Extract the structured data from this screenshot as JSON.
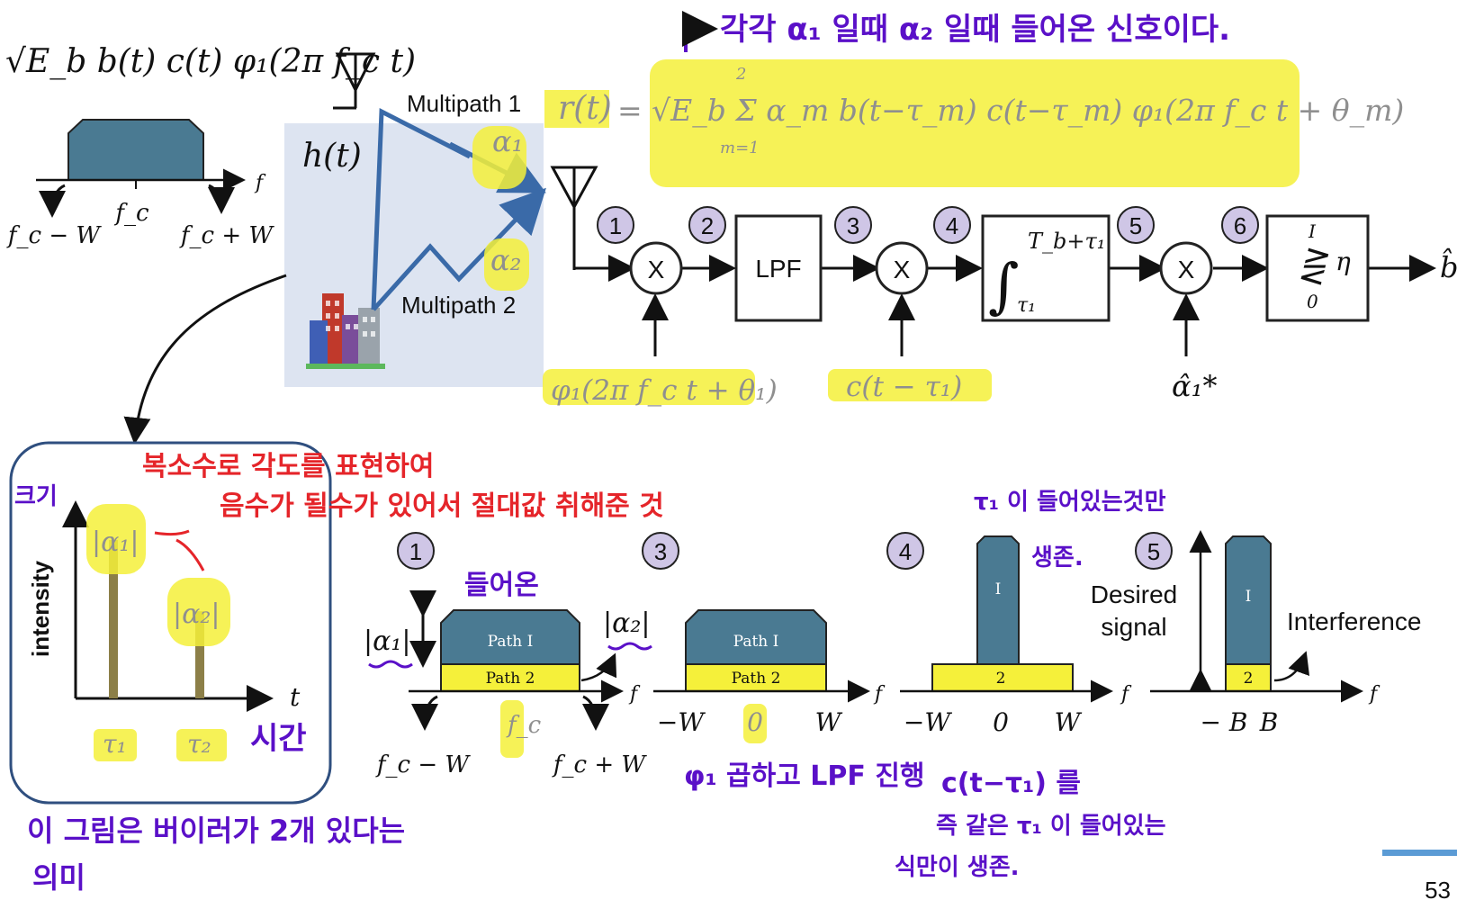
{
  "tx": {
    "signal_expr": "√E_b b(t) c(t) φ₁(2π f_c t)",
    "axis_f": "f",
    "fc": "f_c",
    "fc_minus_w": "f_c − W",
    "fc_plus_w": "f_c + W"
  },
  "channel": {
    "h": "h(t)",
    "multipath1": "Multipath 1",
    "multipath2": "Multipath 2",
    "alpha1": "α₁",
    "alpha2": "α₂"
  },
  "received": {
    "r": "r(t)",
    "eq": "= √E_b Σ α_m b(t−τ_m) c(t−τ_m) φ₁(2π f_c t + θ_m)",
    "sum_top": "2",
    "sum_bottom": "m=1"
  },
  "receiver": {
    "steps": [
      "1",
      "2",
      "3",
      "4",
      "5",
      "6"
    ],
    "mult": "X",
    "lpf": "LPF",
    "integral_upper": "T_b+τ₁",
    "integral_lower": "τ₁",
    "decision_top": "I",
    "decision_bottom": "0",
    "eta": "η",
    "carrier": "φ₁(2π f_c t + θ₁)",
    "code": "c(t − τ₁)",
    "alpha_hat": "α̂₁*",
    "output": "b̂"
  },
  "impulse": {
    "ylabel": "intensity",
    "xlabel": "t",
    "a1": "|α₁|",
    "a2": "|α₂|",
    "tau1": "τ₁",
    "tau2": "τ₂",
    "values": [
      1.0,
      0.55
    ]
  },
  "spectra": {
    "s1": {
      "step": "1",
      "path1": "Path I",
      "path2": "Path 2",
      "a1": "|α₁|",
      "a2": "|α₂|",
      "f": "f",
      "fc": "f_c",
      "left": "f_c − W",
      "right": "f_c + W"
    },
    "s3": {
      "step": "3",
      "path1": "Path I",
      "path2": "Path 2",
      "f": "f",
      "left": "−W",
      "center": "0",
      "right": "W"
    },
    "s4": {
      "step": "4",
      "peak": "I",
      "base": "2",
      "f": "f",
      "left": "−W",
      "center": "0",
      "right": "W"
    },
    "s5": {
      "step": "5",
      "peak": "I",
      "base": "2",
      "f": "f",
      "left": "− B",
      "right": "B",
      "desired": [
        "Desired",
        "signal"
      ],
      "interference": "Interference"
    }
  },
  "notes": {
    "top": "각각 α₁ 일때  α₂ 일때  들어온 신호이다.",
    "size": "크기",
    "red1": "복소수로 각도를 표현하여",
    "red2": "음수가 될수가 있어서   절대값 취해준 것",
    "time": "시간",
    "entered": "들어온",
    "phi": "φ₁ 곱하고 LPF 진행",
    "tau_only": [
      "τ₁ 이 들어있는것만",
      "생존."
    ],
    "c_note": [
      "c(t−τ₁) 를",
      "즉 같은 τ₁ 이 들어있는",
      "식만이 생존."
    ],
    "meaning": [
      "이 그림은 버이러가 2개 있다는",
      "의미"
    ]
  },
  "page_number": "53"
}
